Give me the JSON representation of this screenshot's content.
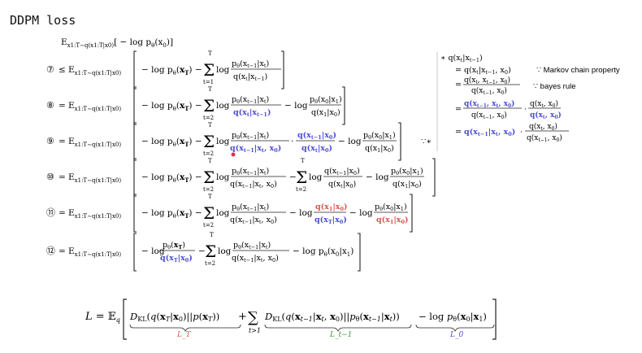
{
  "title": "DDPM loss",
  "top_line": "E_{x1:T~q(x1:T|x0)}[ − log pθ(x0) ]",
  "rows": [
    {
      "label": "⑦",
      "rel": "≤",
      "expr": "E_{x1:T~q(x1:T|x0)} [ −log pθ(xT) − Σ_{t=1}^{T} log pθ(xt−1|xt) / q(xt|xt−1) ]"
    },
    {
      "label": "⑧",
      "rel": "=",
      "expr": "E_{x1:T~q(x1:T|x0)} [ −log pθ(xT) − Σ_{t=2}^{T} log pθ(xt−1|xt) / q(xt|xt−1) − log pθ(x0|x1) / q(x1|x0) ]"
    },
    {
      "label": "⑨",
      "rel": "=",
      "expr": "E_{x1:T~q(x1:T|x0)} [ −log pθ(xT) − Σ_{t=2}^{T} log pθ(xt−1|xt) / q(xt−1|xt,x0) · q(xt−1|x0) / q(xt|x0) − log pθ(x0|x1) / q(x1|x0) ]"
    },
    {
      "label": "⑩",
      "rel": "=",
      "expr": "E_{x1:T~q(x1:T|x0)} [ −log pθ(xT) − Σ_{t=2}^{T} log pθ(xt−1|xt) / q(xt−1|xt,x0) − Σ_{t=2}^{T} log q(xt−1|x0) / q(xt|x0) − log pθ(x0|x1) / q(x1|x0) ]"
    },
    {
      "label": "⑪",
      "rel": "=",
      "expr": "E_{x1:T~q(x1:T|x0)} [ −log pθ(xT) − Σ_{t=2}^{T} log pθ(xt−1|xt) / q(xt−1|xt,x0) − log q(x1|x0) / q(xT|x0) − log pθ(x0|x1) / q(x1|x0) ]"
    },
    {
      "label": "⑫",
      "rel": "=",
      "expr": "E_{x1:T~q(x1:T|x0)} [ −log pθ(xT) / q(xT|x0) − Σ_{t=2}^{T} log pθ(xt−1|xt) / q(xt−1|xt,x0) − log pθ(x0|x1) ]"
    }
  ],
  "because_mark": "∵∗",
  "side_note": {
    "head": "∗ q(xt|xt−1)",
    "line1": "= q(xt|xt−1, x0)",
    "line1_reason": "∵ Markov chain property",
    "line2": "= q(xt, xt−1, x0) / q(xt−1, x0)",
    "line2_reason": "∵ bayes rule",
    "line3": "= q(xt−1, xt, x0) / q(xt−1, x0) · q(xt, x0) / q(xt, x0)",
    "line4": "= q(xt−1|xt, x0) · q(xt, x0) / q(xt−1, x0)"
  },
  "final_formula": {
    "expr": "L = E_q [ D_KL(q(xT|x0)||p(xT)) + Σ_{t>1} D_KL(q(xt−1|xt,x0)||pθ(xt−1|xt)) − log pθ(x0|x1) ]",
    "label_LT": "L_T",
    "label_Lt1": "L_t−1",
    "label_L0": "L_0"
  },
  "colors": {
    "blue": "#4b4bd6",
    "red": "#d9534f",
    "green": "#3a9a3a"
  }
}
